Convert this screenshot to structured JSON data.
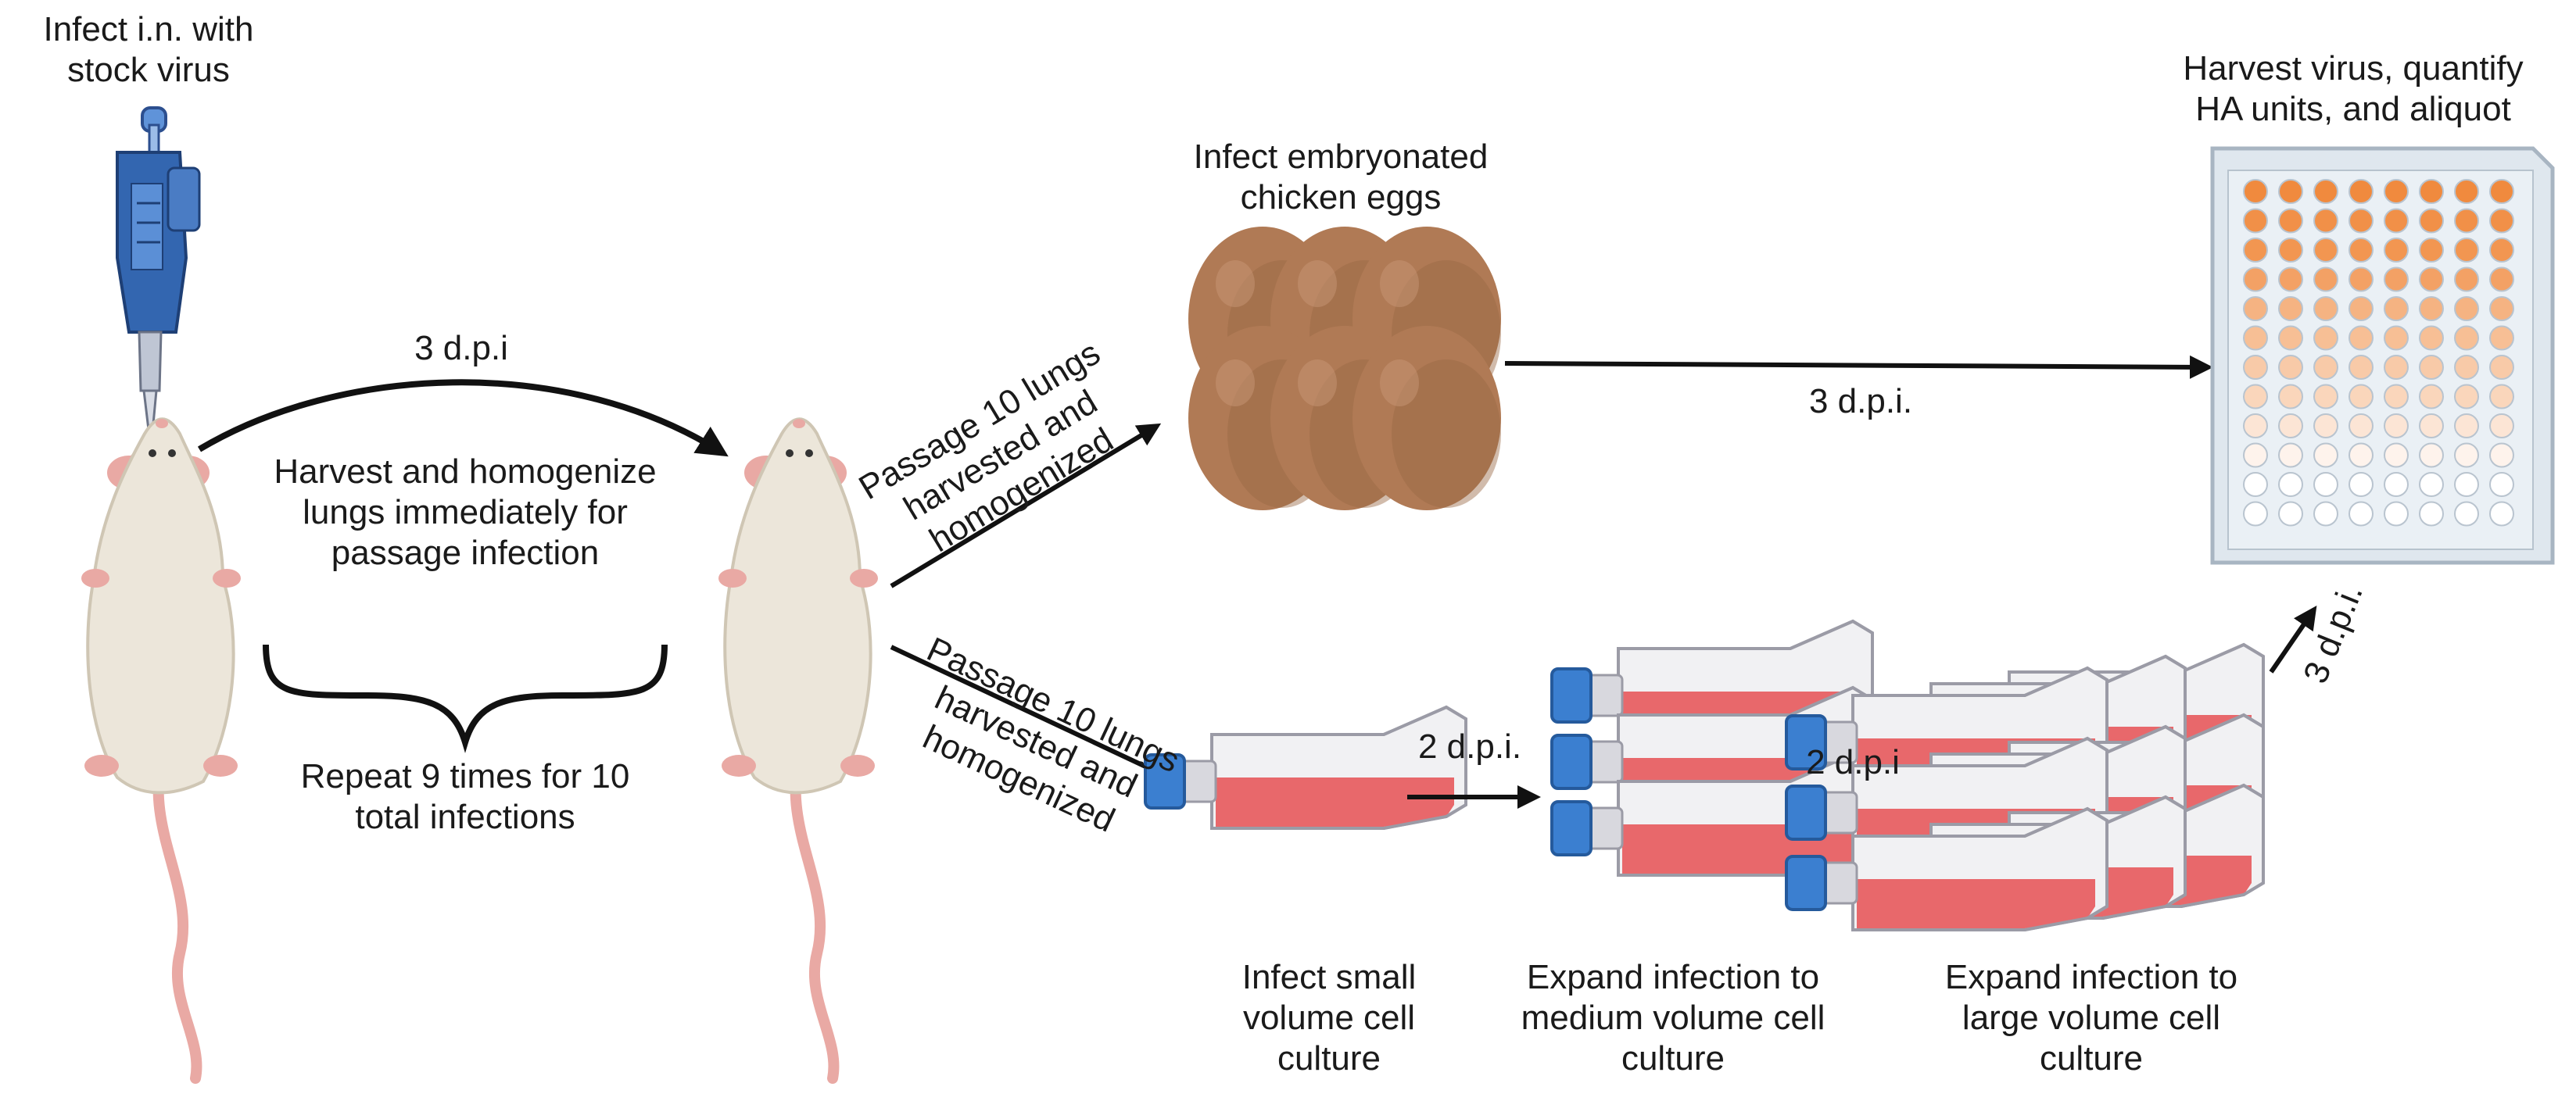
{
  "labels": {
    "infect_in": [
      "Infect i.n. with",
      "stock virus"
    ],
    "dpi_top_left": "3 d.p.i",
    "harvest_homogenize": [
      "Harvest and homogenize",
      "lungs immediately for",
      "passage infection"
    ],
    "repeat": [
      "Repeat 9 times for 10",
      "total infections"
    ],
    "passage_upper": [
      "Passage 10 lungs",
      "harvested and",
      "homogenized"
    ],
    "passage_lower": [
      "Passage 10 lungs",
      "harvested and",
      "homogenized"
    ],
    "infect_eggs": [
      "Infect embryonated",
      "chicken eggs"
    ],
    "dpi_eggs_plate": "3 d.p.i.",
    "harvest_virus": [
      "Harvest virus, quantify",
      "HA units, and aliquot"
    ],
    "dpi_small_medium": "2 d.p.i.",
    "dpi_medium_large": "2 d.p.i",
    "dpi_large_plate": "3 d.p.i.",
    "small_culture": [
      "Infect small",
      "volume cell",
      "culture"
    ],
    "medium_culture": [
      "Expand infection to",
      "medium volume cell",
      "culture"
    ],
    "large_culture": [
      "Expand infection to",
      "large volume cell",
      "culture"
    ]
  },
  "colors": {
    "arrow": "#111111",
    "egg": "#b07a55",
    "egg_shadow": "#8a5a3c",
    "flask_media": "#e8686b",
    "flask_cap": "#3b7fd0",
    "plate_orange": "#f08a3e",
    "mouse_body": "#ece6da",
    "mouse_pink": "#e9a9a4",
    "pipette": "#3366b0"
  },
  "icons": {
    "pipette": "pipette-icon",
    "mouse": "mouse-icon",
    "eggs": "egg-icon",
    "flask": "cell-flask-icon",
    "plate": "well-plate-icon"
  },
  "plate": {
    "rows": 12,
    "cols": 8,
    "row_intensity": [
      1,
      0.95,
      0.9,
      0.8,
      0.65,
      0.55,
      0.45,
      0.35,
      0.22,
      0.1,
      0,
      0
    ]
  }
}
